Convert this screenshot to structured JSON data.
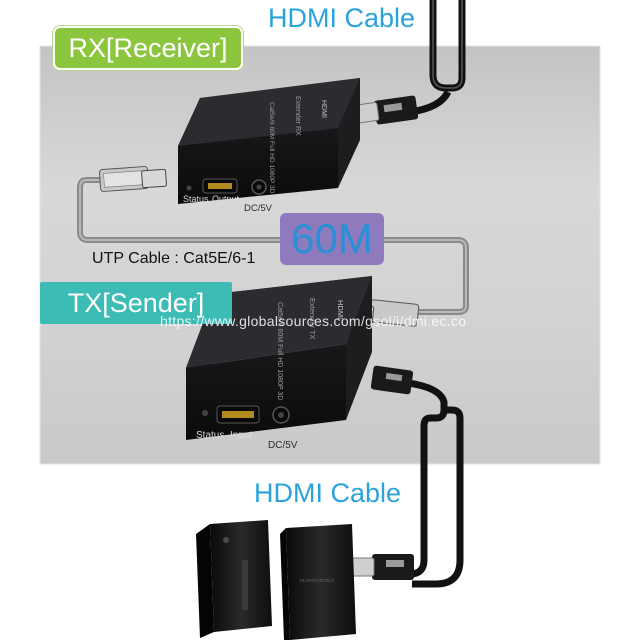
{
  "labels": {
    "hdmi_top": "HDMI Cable",
    "rx": "RX[Receiver]",
    "distance": "60M",
    "utp": "UTP Cable : Cat5E/6-1",
    "tx": "TX[Sender]",
    "watermark": "https://www.globalsources.com/gsol/i/dmi.ec.co",
    "hdmi_bottom": "HDMI Cable"
  },
  "receiver": {
    "port_labels": {
      "status": "Status",
      "output": "Output",
      "power": "DC/5V"
    },
    "top_text": "Cat5e/6 60M Full HD 1080P 3D",
    "model_text": "Extender RX",
    "brand": "HDMI"
  },
  "sender": {
    "port_labels": {
      "status": "Status",
      "input": "Input",
      "power": "DC/5V"
    },
    "top_text": "Cat5e/6 60M Full HD 1080P 3D",
    "model_text": "Extender TX",
    "brand": "HDMI"
  },
  "colors": {
    "hdmi_title": "#2aa3dc",
    "rx_badge": "#8cc63f",
    "tx_badge": "#3dbcb5",
    "distance_badge": "#8e7bbd",
    "distance_text": "#2a8fd6",
    "panel_gray": "#cfcfcf"
  }
}
